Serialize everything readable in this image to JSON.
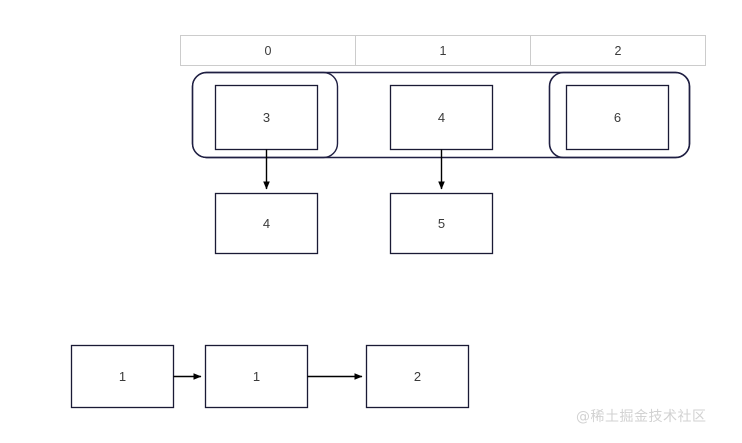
{
  "diagram": {
    "title": "array-indices-and-linked-nodes-diagram",
    "colors": {
      "box_stroke": "#1a1a35",
      "group_stroke": "#1f1f42",
      "header_stroke": "#cccccc",
      "arrow": "#000000",
      "text": "#3b3b3b",
      "background": "#ffffff",
      "watermark": "#d2d2d2"
    },
    "index_header": {
      "cells": [
        {
          "label": "0"
        },
        {
          "label": "1"
        },
        {
          "label": "2"
        }
      ]
    },
    "bucket_row": {
      "groups": [
        {
          "name": "group-0",
          "node": {
            "label": "3"
          }
        },
        {
          "name": "group-1",
          "node": {
            "label": "4"
          }
        },
        {
          "name": "group-2",
          "node": {
            "label": "6"
          }
        }
      ]
    },
    "child_row": {
      "nodes": [
        {
          "label": "4"
        },
        {
          "label": "5"
        }
      ]
    },
    "chain_row": {
      "nodes": [
        {
          "label": "1"
        },
        {
          "label": "1"
        },
        {
          "label": "2"
        }
      ]
    },
    "edges": [
      {
        "from": "bucket-node-3",
        "to": "child-node-4",
        "direction": "down"
      },
      {
        "from": "bucket-node-4",
        "to": "child-node-5",
        "direction": "down"
      },
      {
        "from": "chain-node-1a",
        "to": "chain-node-1b",
        "direction": "right"
      },
      {
        "from": "chain-node-1b",
        "to": "chain-node-2",
        "direction": "right"
      }
    ]
  },
  "watermark": {
    "text": "@稀土掘金技术社区"
  }
}
